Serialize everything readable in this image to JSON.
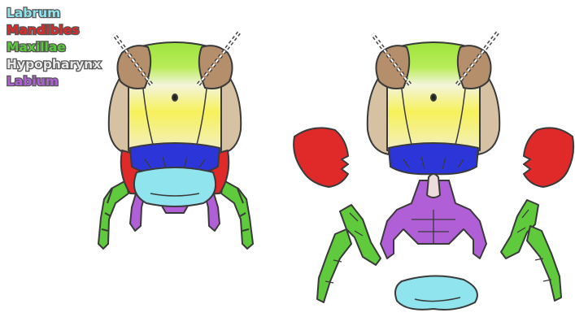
{
  "legend": [
    {
      "key": "labrum",
      "label": "Labrum",
      "color": "#8fe4ee"
    },
    {
      "key": "mandibles",
      "label": "Mandibles",
      "color": "#e02a2a"
    },
    {
      "key": "maxillae",
      "label": "Maxillae",
      "color": "#58c83a"
    },
    {
      "key": "hypopharynx",
      "label": "Hypopharynx",
      "color": "#e8e8e8"
    },
    {
      "key": "labium",
      "label": "Labium",
      "color": "#b15fd6"
    }
  ],
  "palette": {
    "head_upper": "#a6e844",
    "head_mid": "#f4f05a",
    "cheek": "#d8c3a4",
    "eye": "#b58e6c",
    "clypeus": "#2c36d8",
    "outline": "#3a3a3a"
  }
}
